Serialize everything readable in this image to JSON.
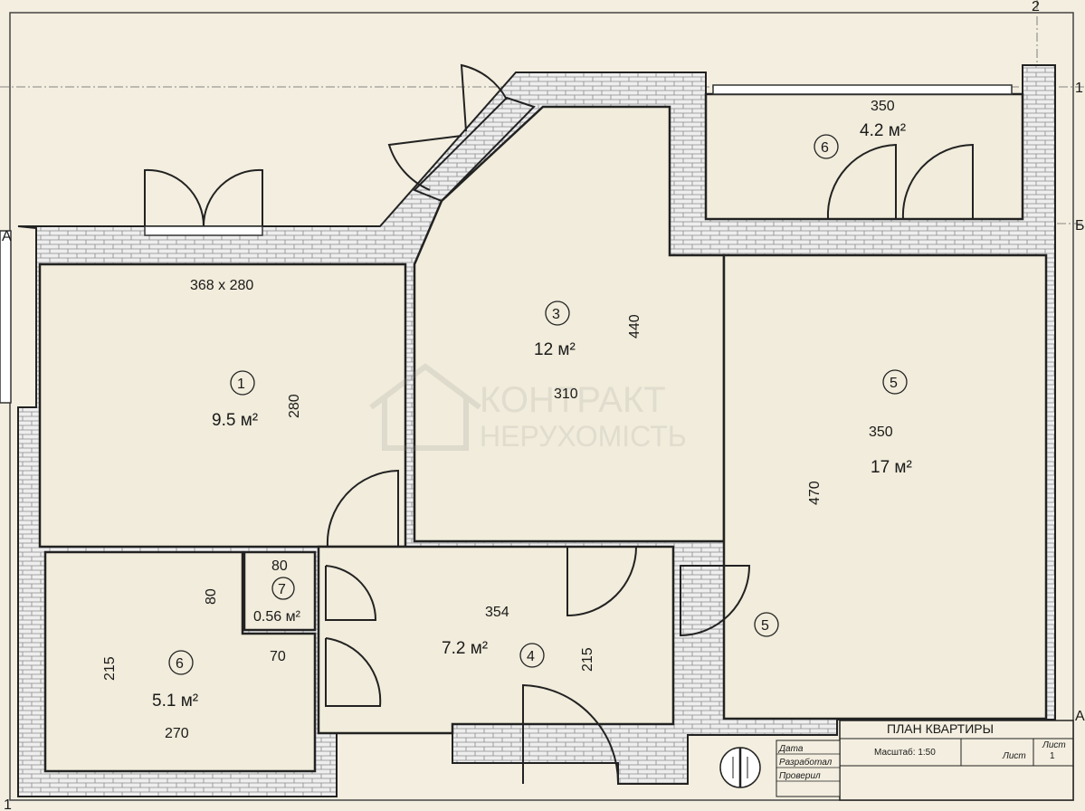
{
  "watermark": {
    "line1": "КОНТРАКТ",
    "line2": "НЕРУХОМІСТЬ"
  },
  "axes": {
    "left_top": "A",
    "left_bottom": "1",
    "right_1": "1",
    "right_b": "Б",
    "right_a": "A",
    "top_2": "2"
  },
  "rooms": [
    {
      "id": "room-1",
      "num": "1",
      "area": "9.5 м²",
      "dims": [
        "368 x 280",
        "280"
      ]
    },
    {
      "id": "room-3",
      "num": "3",
      "area": "12 м²",
      "dims": [
        "440",
        "310"
      ]
    },
    {
      "id": "room-5",
      "num": "5",
      "num2": "5",
      "area": "17 м²",
      "dims": [
        "350",
        "470"
      ]
    },
    {
      "id": "room-6-balcony",
      "num": "6",
      "area": "4.2 м²",
      "dims": [
        "350"
      ]
    },
    {
      "id": "room-6",
      "num": "6",
      "area": "5.1 м²",
      "dims": [
        "215",
        "80",
        "70",
        "270"
      ]
    },
    {
      "id": "room-7",
      "num": "7",
      "area": "0.56 м²",
      "dims": [
        "80"
      ]
    },
    {
      "id": "room-4",
      "num": "4",
      "area": "7.2 м²",
      "dims": [
        "354",
        "215"
      ]
    }
  ],
  "title_block": {
    "title": "ПЛАН КВАРТИРЫ",
    "scale": "Масштаб: 1:50",
    "sheet_label": "Лист",
    "sheets_label": "Лист",
    "sheet_number": "1",
    "row_date": "Дата",
    "row_developed": "Разработал",
    "row_checked": "Проверил"
  }
}
